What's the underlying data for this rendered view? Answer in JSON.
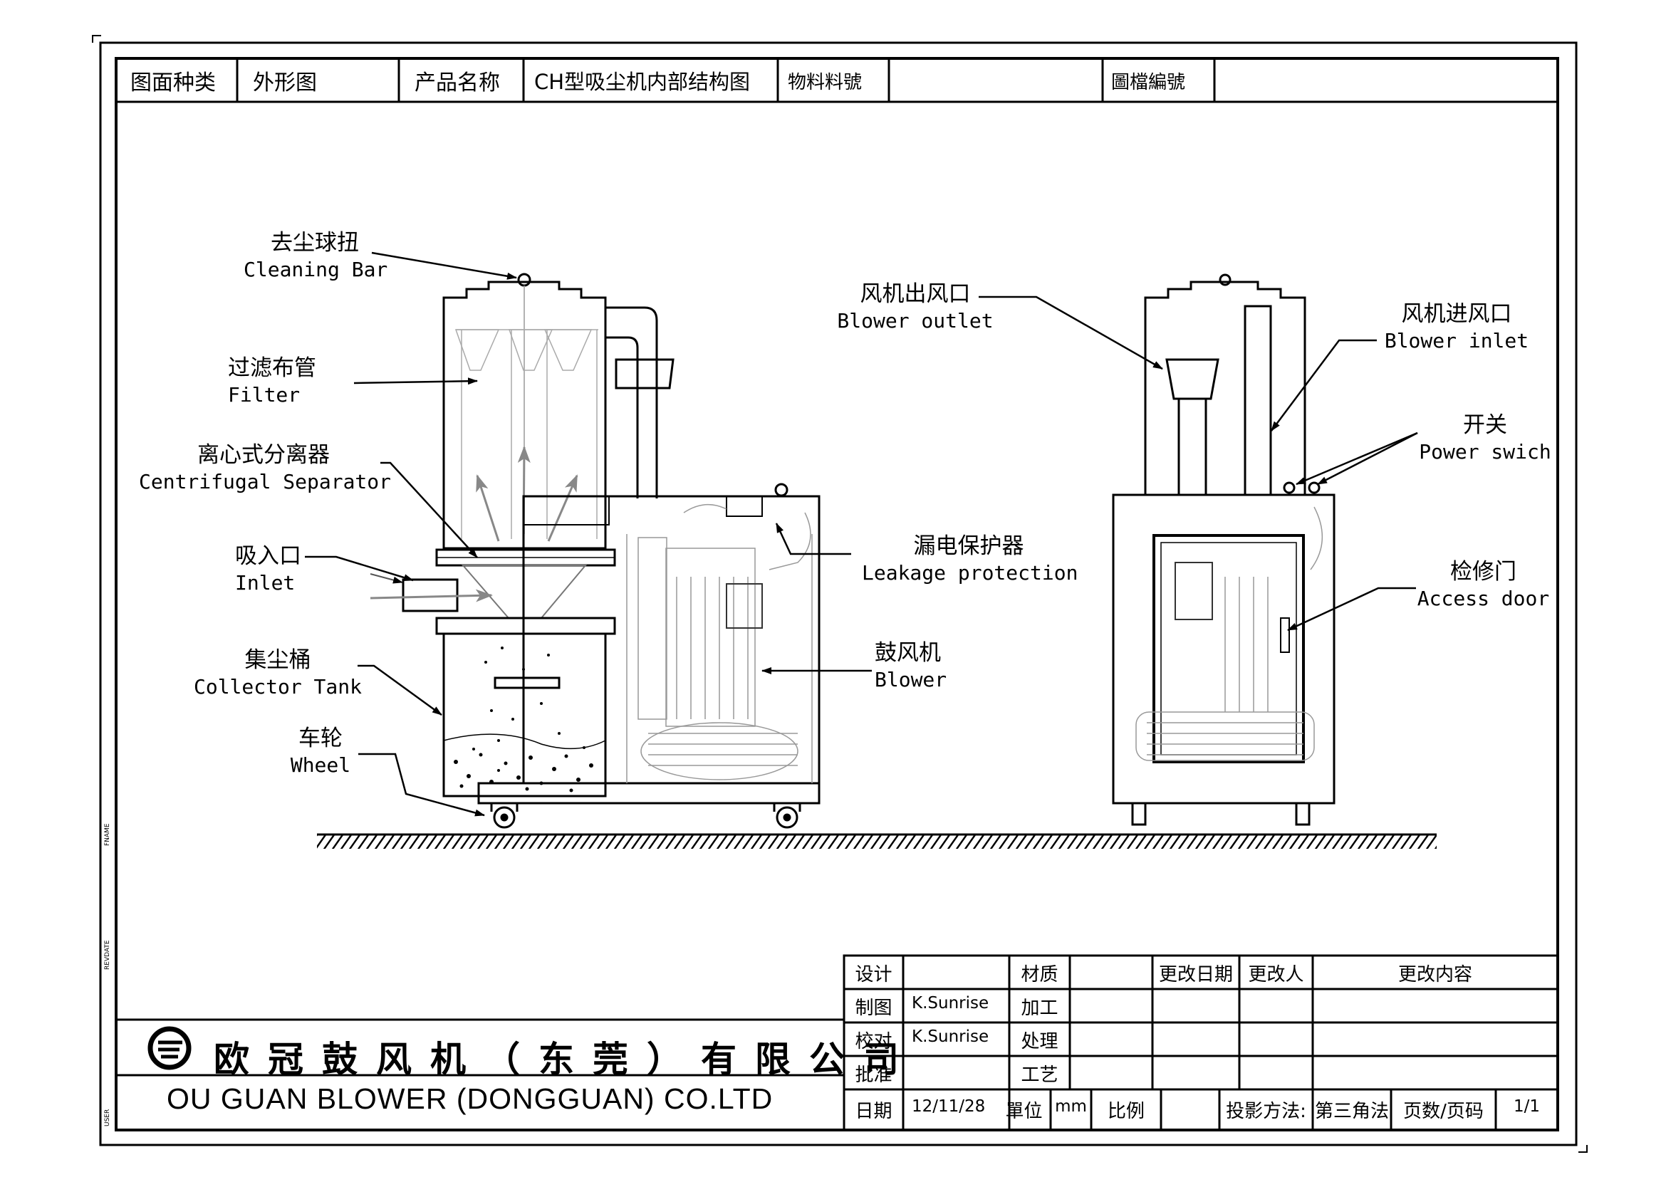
{
  "header": {
    "drawing_type_label": "图面种类",
    "drawing_type_value": "外形图",
    "product_name_label": "产品名称",
    "product_name_value": "CH型吸尘机内部结构图",
    "material_no_label": "物料料號",
    "file_no_label": "圖檔編號"
  },
  "callouts": {
    "cleaning_bar": {
      "cn": "去尘球扭",
      "en": "Cleaning Bar"
    },
    "filter": {
      "cn": "过滤布管",
      "en": "Filter"
    },
    "separator": {
      "cn": "离心式分离器",
      "en": "Centrifugal Separator"
    },
    "inlet": {
      "cn": "吸入口",
      "en": "Inlet"
    },
    "collector": {
      "cn": "集尘桶",
      "en": "Collector Tank"
    },
    "wheel": {
      "cn": "车轮",
      "en": "Wheel"
    },
    "blower_outlet": {
      "cn": "风机出风口",
      "en": "Blower outlet"
    },
    "leakage": {
      "cn": "漏电保护器",
      "en": "Leakage protection"
    },
    "blower": {
      "cn": "鼓风机",
      "en": "Blower"
    },
    "blower_inlet": {
      "cn": "风机进风口",
      "en": "Blower inlet"
    },
    "power_switch": {
      "cn": "开关",
      "en": "Power swich"
    },
    "access_door": {
      "cn": "检修门",
      "en": "Access door"
    }
  },
  "title_block": {
    "design_label": "设计",
    "drawing_label": "制图",
    "drawing_value": "K.Sunrise",
    "check_label": "校对",
    "check_value": "K.Sunrise",
    "approve_label": "批准",
    "date_label": "日期",
    "date_value": "12/11/28",
    "material_label": "材质",
    "machining_label": "加工",
    "treatment_label": "处理",
    "process_label": "工艺",
    "unit_label": "單位",
    "unit_value": "mm",
    "scale_label": "比例",
    "change_date_label": "更改日期",
    "changer_label": "更改人",
    "change_content_label": "更改内容",
    "projection_label": "投影方法:",
    "projection_value": "第三角法",
    "page_label": "页数/页码",
    "page_value": "1/1"
  },
  "company": {
    "name_cn": "欧冠鼓风机（东莞）有限公司",
    "name_en": "OU GUAN BLOWER (DONGGUAN) CO.LTD"
  },
  "margin_tags": [
    "FNAME",
    "REVDATE",
    "USER"
  ]
}
